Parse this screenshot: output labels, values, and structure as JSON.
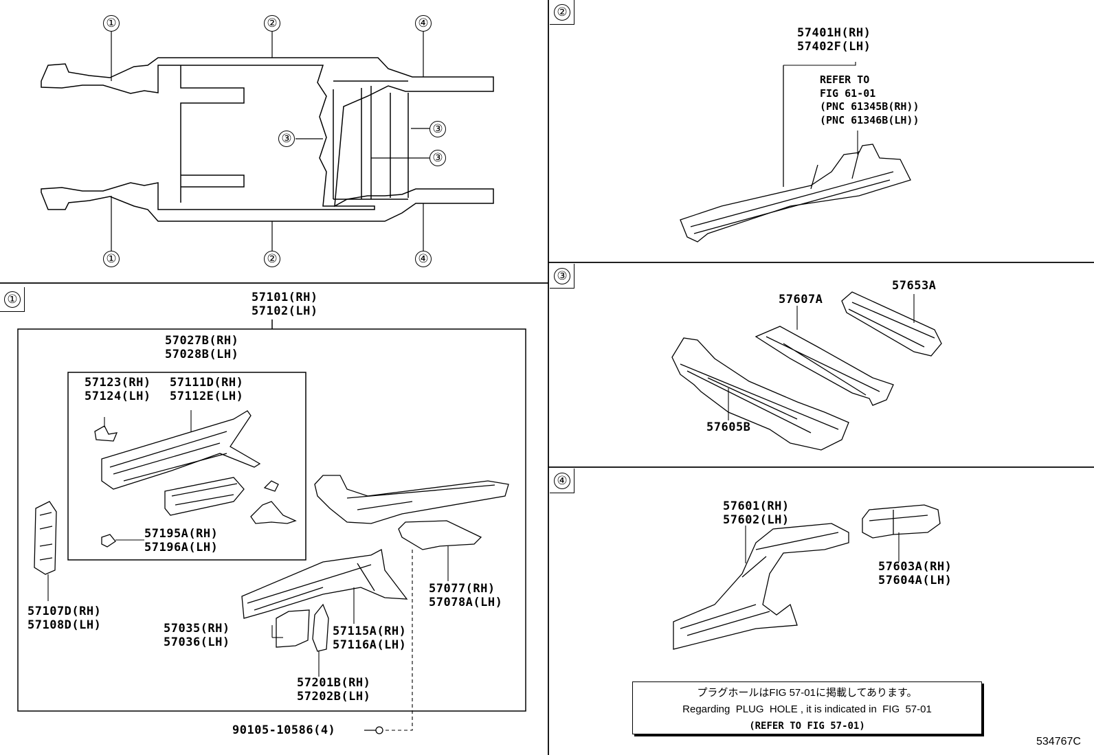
{
  "overview": {
    "callouts": [
      "①",
      "②",
      "③",
      "④"
    ]
  },
  "sections": {
    "s1": {
      "id": "①"
    },
    "s2": {
      "id": "②"
    },
    "s3": {
      "id": "③"
    },
    "s4": {
      "id": "④"
    }
  },
  "section1": {
    "main": "57101(RH)\n57102(LH)",
    "sub": "57027B(RH)\n57028B(LH)",
    "p57123": "57123(RH)\n57124(LH)",
    "p57111": "57111D(RH)\n57112E(LH)",
    "p57195": "57195A(RH)\n57196A(LH)",
    "p57107": "57107D(RH)\n57108D(LH)",
    "p57035": "57035(RH)\n57036(LH)",
    "p57115": "57115A(RH)\n57116A(LH)",
    "p57201": "57201B(RH)\n57202B(LH)",
    "p57077": "57077(RH)\n57078A(LH)",
    "bolt": "90105-10586(4)"
  },
  "section2": {
    "part": "57401H(RH)\n57402F(LH)",
    "refer": "REFER TO\nFIG 61-01\n(PNC 61345B(RH))\n(PNC 61346B(LH))"
  },
  "section3": {
    "p57653": "57653A",
    "p57607": "57607A",
    "p57605": "57605B"
  },
  "section4": {
    "p57601": "57601(RH)\n57602(LH)",
    "p57603": "57603A(RH)\n57604A(LH)"
  },
  "note": {
    "line1": "プラグホールはFIG 57-01に掲載してあります。",
    "line2": "Regarding  PLUG  HOLE , it is indicated in  FIG  57-01",
    "line3": "(REFER TO FIG 57-01)"
  },
  "image_id": "534767C"
}
